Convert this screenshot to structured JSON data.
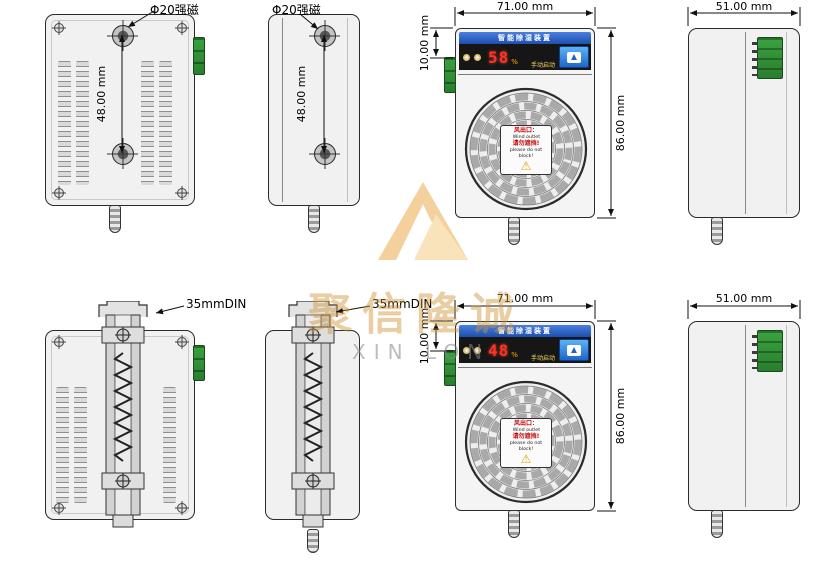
{
  "watermark": {
    "cn_text": "聚信隆诚",
    "en_text": "XIN LON"
  },
  "callouts": {
    "magnet_label": "Φ20强磁",
    "din_label": "35mmDIN"
  },
  "dimensions": {
    "magnet_spacing": "48.00 mm",
    "front_width": "71.00 mm",
    "front_height": "86.00 mm",
    "display_offset": "10.00 mm",
    "side_width": "51.00 mm"
  },
  "device": {
    "header_title": "智能除湿装置",
    "display_value_top": "58",
    "display_value_bottom": "48",
    "display_unit": "%",
    "mode_label": "手动启动",
    "warning_label": {
      "line1_cn": "风出口：",
      "line2_en": "Wind outlet",
      "line3_cn": "请勿遮挡!",
      "line4_en": "please do not block!"
    }
  },
  "colors": {
    "connector_green": "#2f9e44",
    "display_digit_red": "#ff3226",
    "header_blue": "#2b62c8",
    "alarm_blue": "#1c66c9",
    "warning_yellow": "#e0a800",
    "watermark_orange": "#cf9434",
    "body_gray": "#f1f1f1"
  }
}
